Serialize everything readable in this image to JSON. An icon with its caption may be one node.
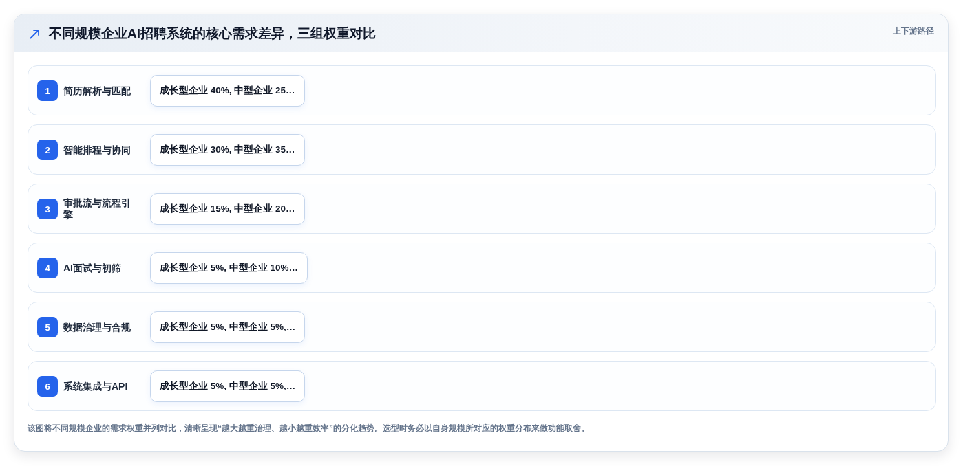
{
  "diagram": {
    "title": "不同规模企业AI招聘系统的核心需求差异，三组权重对比",
    "caption": "该图将不同规模企业的需求权重并列对比，清晰呈现“越大越重治理、越小越重效率”的分化趋势。选型时务必以自身规模所对应的权重分布来做功能取舍。",
    "nodes": [
      {
        "text": [
          "简历解析与匹配"
        ]
      },
      {
        "text": [
          "1"
        ],
        "in": 0
      },
      {
        "text": [
          "成长型企业 40%, 中型企业 25…"
        ],
        "in": 0
      },
      {
        "text": [
          "智能排程与协同"
        ]
      },
      {
        "text": [
          "2"
        ],
        "in": 3
      },
      {
        "text": [
          "成长型企业 30%, 中型企业 35…"
        ],
        "in": 3
      },
      {
        "text": [
          "审批流与流程引擎"
        ]
      },
      {
        "text": [
          "3"
        ],
        "in": 6
      },
      {
        "text": [
          "成长型企业 15%, 中型企业 20…"
        ],
        "in": 6
      },
      {
        "text": [
          "AI面试与初筛"
        ]
      },
      {
        "text": [
          "4"
        ],
        "in": 9
      },
      {
        "text": [
          "成长型企业 5%, 中型企业 10%…"
        ],
        "in": 9
      },
      {
        "text": [
          "数据治理与合规"
        ]
      },
      {
        "text": [
          "5"
        ],
        "in": 12
      },
      {
        "text": [
          "成长型企业 5%, 中型企业 5%,…"
        ],
        "in": 12
      },
      {
        "text": [
          "系统集成与API"
        ]
      },
      {
        "text": [
          "6"
        ],
        "in": 15
      },
      {
        "text": [
          "成长型企业 5%, 中型企业 5%,…"
        ],
        "in": 15
      }
    ],
    "labels": [
      "上下游路径"
    ]
  }
}
